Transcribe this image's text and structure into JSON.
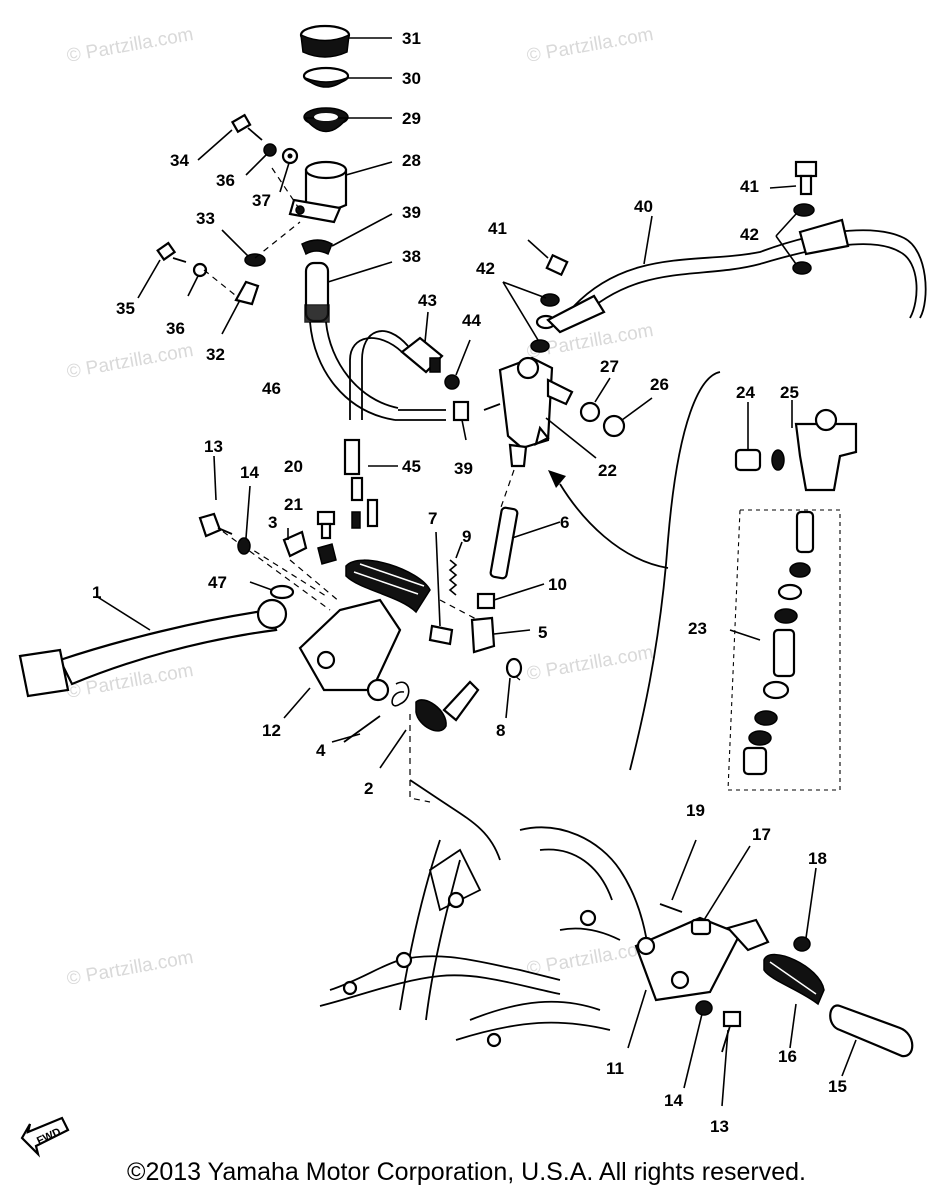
{
  "watermark": "© Partzilla.com",
  "copyright": "©2013 Yamaha Motor Corporation, U.S.A. All rights reserved.",
  "fwd_label": "FWD",
  "callouts": {
    "c1": "1",
    "c2": "2",
    "c3": "3",
    "c4": "4",
    "c5": "5",
    "c6": "6",
    "c7": "7",
    "c8": "8",
    "c9": "9",
    "c10": "10",
    "c11": "11",
    "c12": "12",
    "c13a": "13",
    "c13b": "13",
    "c14a": "14",
    "c14b": "14",
    "c15": "15",
    "c16": "16",
    "c17": "17",
    "c18": "18",
    "c19": "19",
    "c20": "20",
    "c21": "21",
    "c22": "22",
    "c23": "23",
    "c24": "24",
    "c25": "25",
    "c26": "26",
    "c27": "27",
    "c28": "28",
    "c29": "29",
    "c30": "30",
    "c31": "31",
    "c32": "32",
    "c33": "33",
    "c34": "34",
    "c35": "35",
    "c36a": "36",
    "c36b": "36",
    "c37": "37",
    "c38": "38",
    "c39a": "39",
    "c39b": "39",
    "c40": "40",
    "c41a": "41",
    "c41b": "41",
    "c42a": "42",
    "c42b": "42",
    "c43": "43",
    "c44": "44",
    "c45": "45",
    "c46": "46",
    "c47": "47"
  }
}
